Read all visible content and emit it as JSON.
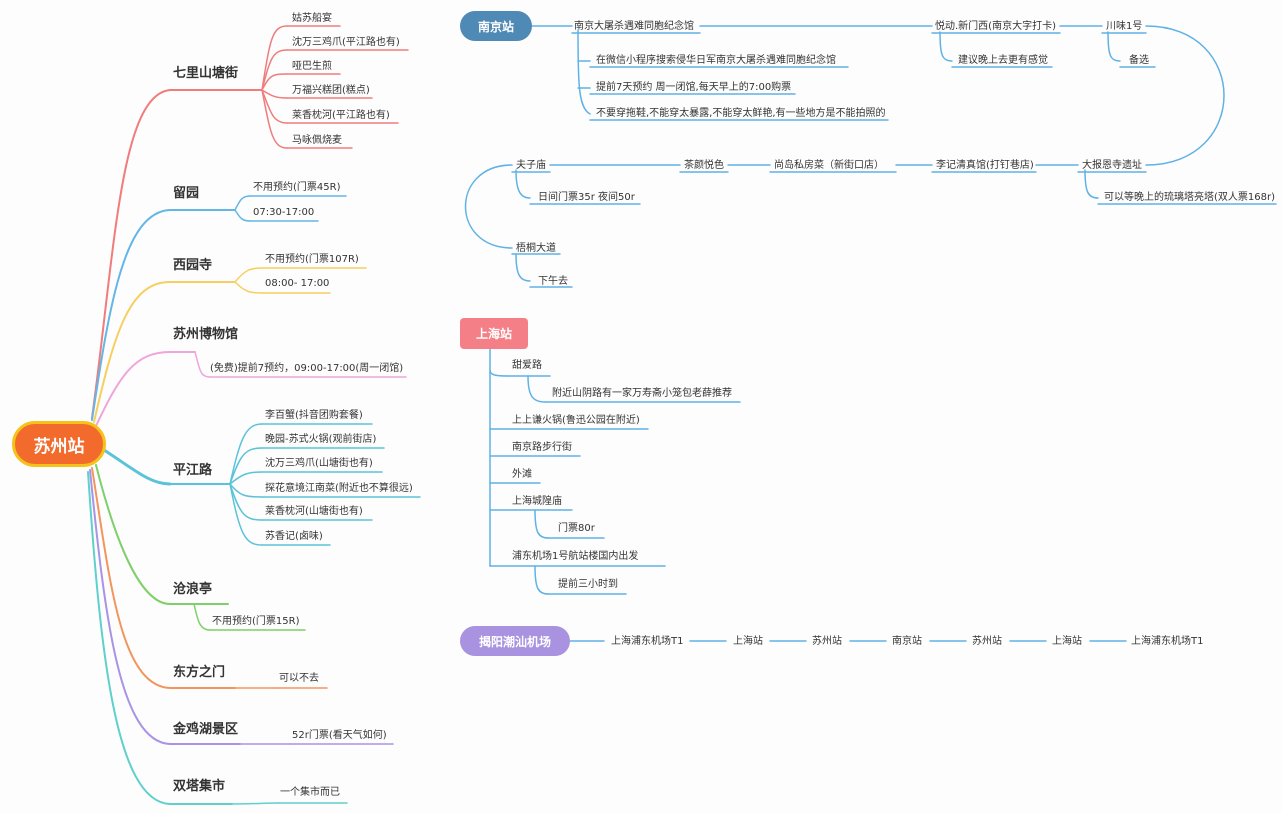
{
  "root": "苏州站",
  "suzhou": {
    "qilishantang": {
      "label": "七里山塘街",
      "items": [
        "姑苏船宴",
        "沈万三鸡爪(平江路也有)",
        "哑巴生煎",
        "万福兴糕团(糕点)",
        "莱香枕河(平江路也有)",
        "马咏佩烧麦"
      ]
    },
    "liuyuan": {
      "label": "留园",
      "items": [
        "不用预约(门票45R)",
        "07:30-17:00"
      ]
    },
    "xiyuansi": {
      "label": "西园寺",
      "items": [
        "不用预约(门票107R)",
        "08:00- 17:00"
      ]
    },
    "museum": {
      "label": "苏州博物馆",
      "items": [
        "(免费)提前7预约，09:00-17:00(周一闭馆)"
      ]
    },
    "pingjiang": {
      "label": "平江路",
      "items": [
        "李百蟹(抖音团购套餐)",
        "晚园-苏式火锅(观前街店)",
        "沈万三鸡爪(山塘街也有)",
        "探花意境江南菜(附近也不算很远)",
        "莱香枕河(山塘街也有)",
        "苏香记(卤味)"
      ]
    },
    "canglang": {
      "label": "沧浪亭",
      "items": [
        "不用预约(门票15R)"
      ]
    },
    "dongfang": {
      "label": "东方之门",
      "items": [
        "可以不去"
      ]
    },
    "jinji": {
      "label": "金鸡湖景区",
      "items": [
        "52r门票(看天气如何)"
      ]
    },
    "shuangta": {
      "label": "双塔集市",
      "items": [
        "一个集市而已"
      ]
    }
  },
  "nanjing": {
    "title": "南京站",
    "memorial": "南京大屠杀遇难同胞纪念馆",
    "memorial_notes": [
      "在微信小程序搜索侵华日军南京大屠杀遇难同胞纪念馆",
      "提前7天预约 周一闭馆,每天早上的7:00购票",
      "不要穿拖鞋,不能穿太暴露,不能穿太鲜艳,有一些地方是不能拍照的"
    ],
    "yuedong": "悦动.新门西(南京大字打卡)",
    "yuedong_note": "建议晚上去更有感觉",
    "chuanwei": "川味1号",
    "chuanwei_note": "备选",
    "dabaoen": "大报恩寺遗址",
    "dabaoen_note": "可以等晚上的琉璃塔亮塔(双人票168r)",
    "lijiqing": "李记清真馆(打钉巷店)",
    "shangdao": "尚岛私房菜（新街口店）",
    "chayan": "茶颜悦色",
    "fuzimiao": "夫子庙",
    "fuzimiao_note": "日间门票35r 夜间50r",
    "wutong": "梧桐大道",
    "wutong_note": "下午去"
  },
  "shanghai": {
    "title": "上海站",
    "items": [
      {
        "label": "甜爱路",
        "sub": "附近山阴路有一家万寿斋小笼包老薛推荐"
      },
      {
        "label": "上上谦火锅(鲁迅公园在附近)"
      },
      {
        "label": "南京路步行街"
      },
      {
        "label": "外滩"
      },
      {
        "label": "上海城隍庙",
        "sub": "门票80r"
      },
      {
        "label": "浦东机场1号航站楼国内出发",
        "sub": "提前三小时到"
      }
    ]
  },
  "route": {
    "title": "揭阳潮汕机场",
    "stops": [
      "上海浦东机场T1",
      "上海站",
      "苏州站",
      "南京站",
      "苏州站",
      "上海站",
      "上海浦东机场T1"
    ]
  },
  "colors": {
    "root_fill": "#f26a2c",
    "root_border": "#f6c21a",
    "nanjing": "#4f89b5",
    "shanghai": "#f47f86",
    "route": "#a992e0",
    "qilishantang": "#f07c7c",
    "liuyuan": "#63b6e6",
    "xiyuansi": "#f7cf5e",
    "museum": "#efa6d9",
    "pingjiang": "#5bc3d8",
    "canglang": "#7fcf6a",
    "dongfang": "#f2955c",
    "jinji": "#a993e5",
    "shuangta": "#5fd0cc",
    "right_links": "#5fb2e6"
  }
}
